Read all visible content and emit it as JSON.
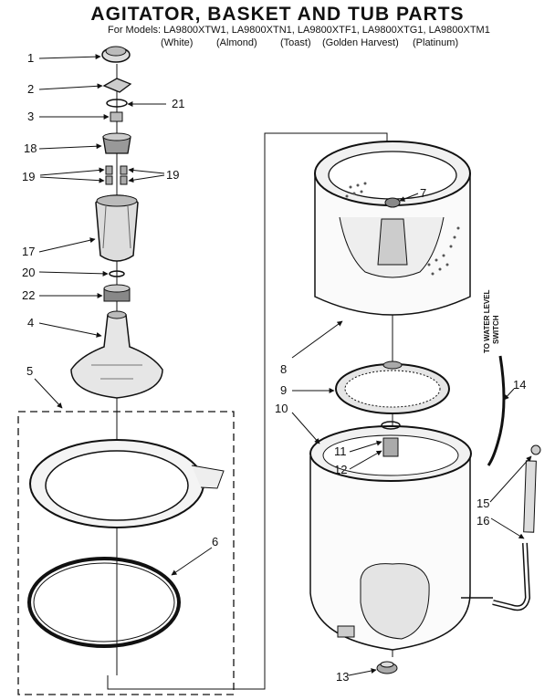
{
  "header": {
    "title": "AGITATOR, BASKET AND TUB PARTS",
    "models_line": "For Models: LA9800XTW1, LA9800XTN1, LA9800XTF1, LA9800XTG1, LA9800XTM1",
    "colors": [
      "(White)",
      "(Almond)",
      "(Toast)",
      "(Golden Harvest)",
      "(Platinum)"
    ]
  },
  "callouts": [
    "1",
    "2",
    "21",
    "3",
    "18",
    "19",
    "19",
    "17",
    "20",
    "22",
    "4",
    "5",
    "6",
    "7",
    "8",
    "9",
    "10",
    "11",
    "12",
    "13",
    "14",
    "15",
    "16"
  ],
  "note": {
    "line1": "TO WATER LEVEL",
    "line2": "SWITCH"
  }
}
